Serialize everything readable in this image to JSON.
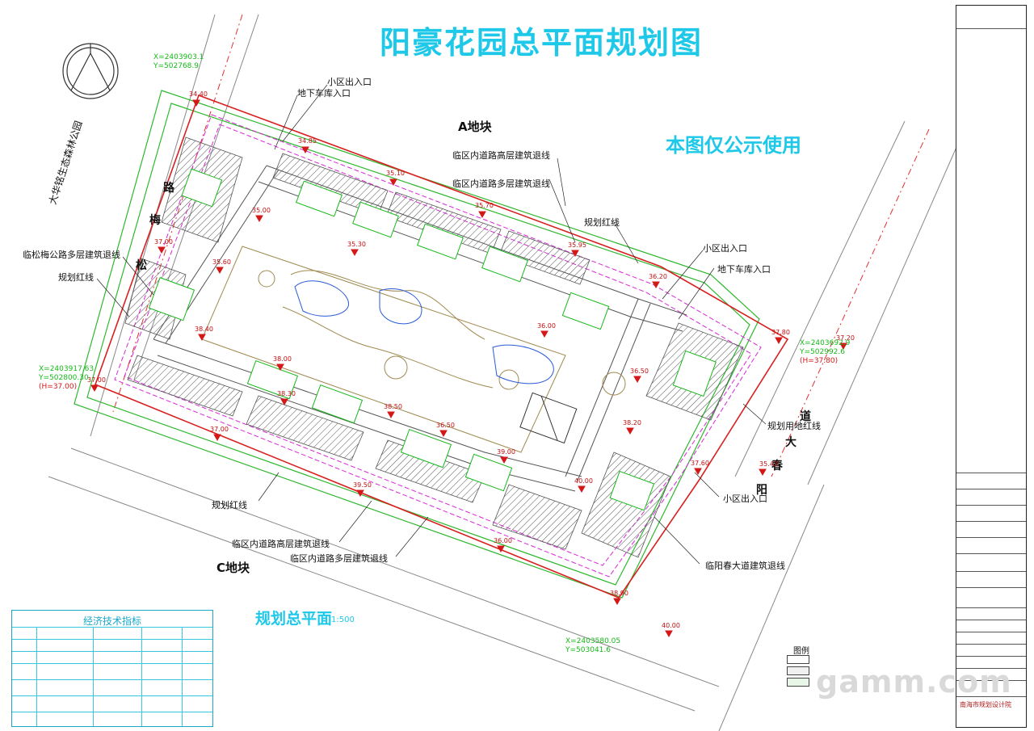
{
  "drawing": {
    "title": "阳豪花园总平面规划图",
    "notice": "本图仅公示使用",
    "plan_name": "规划总平面",
    "plan_scale": "1:500"
  },
  "plots": {
    "a": "A地块",
    "c": "C地块"
  },
  "roads": {
    "park": "大华铭生态森林公园",
    "songmei_1": "松",
    "songmei_2": "梅",
    "songmei_3": "路",
    "yangchun_1": "阳",
    "yangchun_2": "春",
    "yangchun_3": "大",
    "yangchun_4": "道"
  },
  "callouts": {
    "community_exit_1": "小区出入口",
    "garage_entry_1": "地下车库入口",
    "internal_high_1": "临区内道路高层建筑退线",
    "internal_multi_1": "临区内道路多层建筑退线",
    "red_line_top": "规划红线",
    "community_exit_2": "小区出入口",
    "garage_entry_2": "地下车库入口",
    "songmei_setback": "临松梅公路多层建筑退线",
    "red_line_left": "规划红线",
    "land_red_line": "规划用地红线",
    "community_exit_3": "小区出入口",
    "red_line_bottom": "规划红线",
    "internal_high_2": "临区内道路高层建筑退线",
    "internal_multi_2": "临区内道路多层建筑退线",
    "yangchun_setback": "临阳春大道建筑退线"
  },
  "elevations": [
    "34.40",
    "34.85",
    "35.10",
    "35.70",
    "35.00",
    "35.30",
    "35.60",
    "35.95",
    "36.20",
    "37.80",
    "37.20",
    "36.00",
    "36.50",
    "37.00",
    "38.00",
    "38.30",
    "38.50",
    "37.00",
    "36.50",
    "38.20",
    "39.00",
    "39.50",
    "40.00",
    "36.00",
    "35.42",
    "37.60",
    "38.90",
    "40.00",
    "37.00",
    "38.40"
  ],
  "coordinates": {
    "top_left": [
      "X=2403903.1",
      "Y=502768.9"
    ],
    "left": [
      "X=2403917.63",
      "Y=502800.30",
      "(H=37.00)"
    ],
    "right": [
      "X=2403692.9",
      "Y=502992.6",
      "(H=37.80)"
    ],
    "bottom": [
      "X=2403580.05",
      "Y=503041.6"
    ]
  },
  "tech_table": {
    "title": "经济技术指标"
  },
  "legend": {
    "title": "图例"
  },
  "title_block": {
    "firm": "南海市规划设计院"
  },
  "watermark": "gamm.com"
}
